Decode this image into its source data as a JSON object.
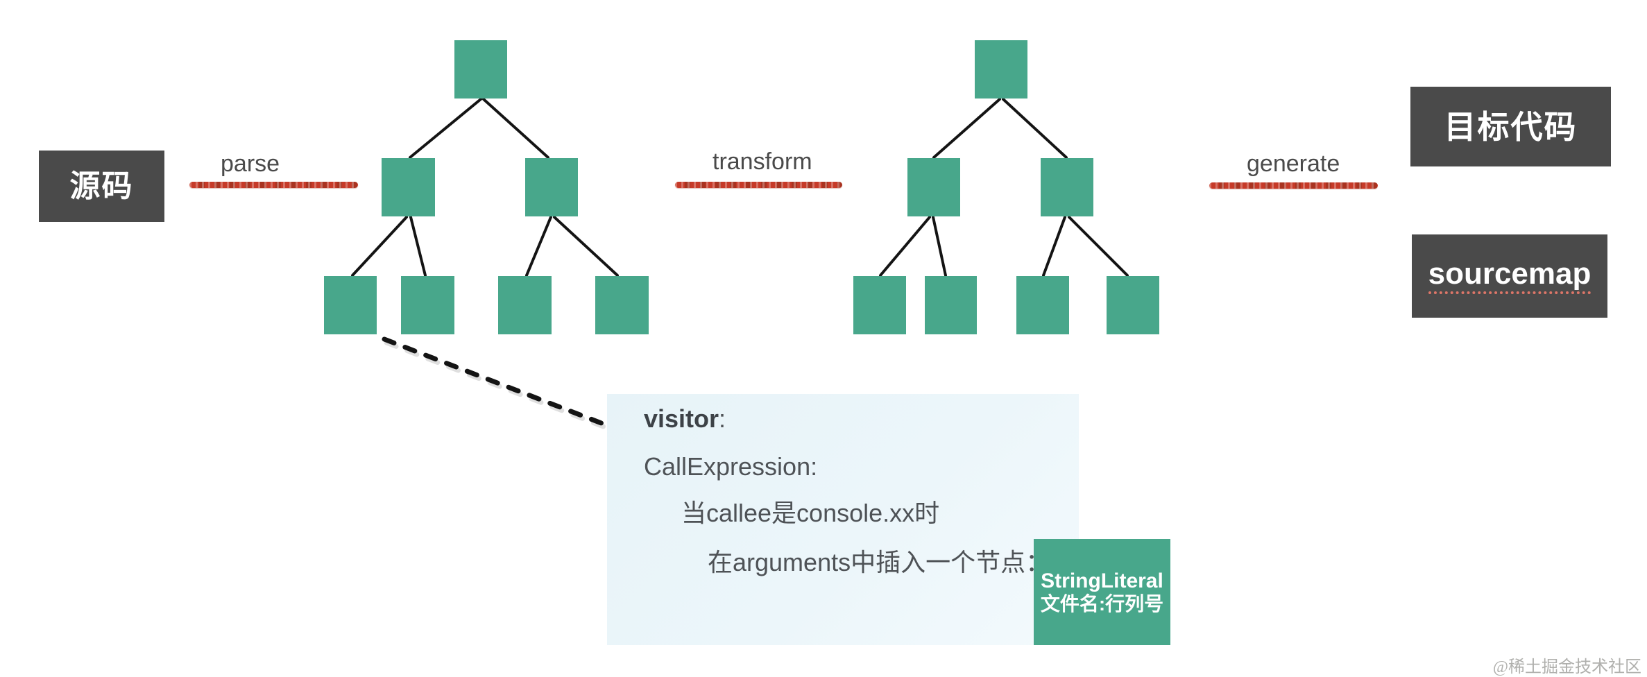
{
  "colors": {
    "node_green": "#48a78b",
    "box_dark": "#4a4a4a",
    "accent_red": "#c63a28",
    "panel_blue": "#ecf6fa",
    "text_gray": "#4a4a4a",
    "note_gray": "#4e5256",
    "ink": "#141414",
    "watermark_gray": "#b0b0ad"
  },
  "flow": {
    "source_label": "源码",
    "parse_label": "parse",
    "transform_label": "transform",
    "generate_label": "generate",
    "target_label": "目标代码",
    "sourcemap_label": "sourcemap"
  },
  "note": {
    "title_bold": "visitor",
    "title_colon": ":",
    "line2": "CallExpression:",
    "line3": "当callee是console.xx时",
    "line4": "在arguments中插入一个节点：",
    "node_line1": "StringLiteral",
    "node_line2": "文件名:行列号"
  },
  "watermark": "@稀土掘金技术社区"
}
